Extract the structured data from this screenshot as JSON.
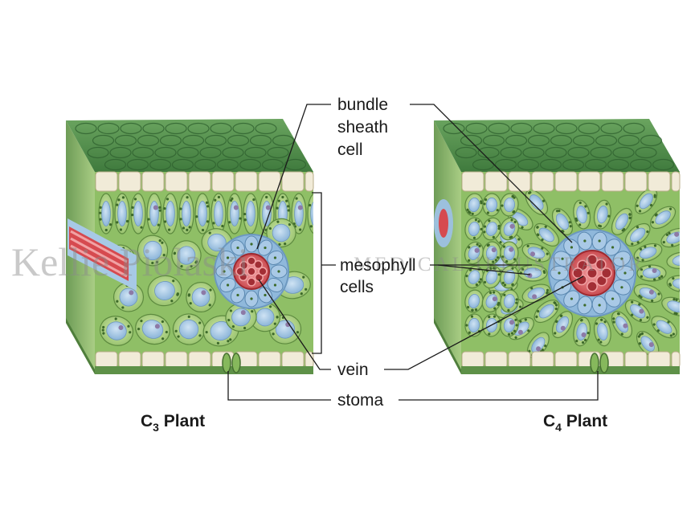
{
  "labels": {
    "bundle_sheath": [
      "bundle",
      "sheath",
      "cell"
    ],
    "mesophyll": [
      "mesophyll",
      "cells"
    ],
    "vein": "vein",
    "stoma": "stoma"
  },
  "captions": {
    "c3": {
      "prefix": "C",
      "subscript": "3",
      "suffix": " Plant"
    },
    "c4": {
      "prefix": "C",
      "subscript": "4",
      "suffix": " Plant"
    }
  },
  "watermark": {
    "name": "Kellie Piolaski",
    "title": "MEDICAL ILLUSTRATOR"
  },
  "colors": {
    "epidermis_top": "#4f8a4c",
    "cuticle_cells": "#f1ebd8",
    "mesophyll_cell": "#b9d98c",
    "vacuole": "#a9c9e6",
    "bundle_sheath": "#9cc0dd",
    "vein": "#d3454a",
    "vein_light": "#ef8f92",
    "chloroplast": "#3f6b2c"
  }
}
